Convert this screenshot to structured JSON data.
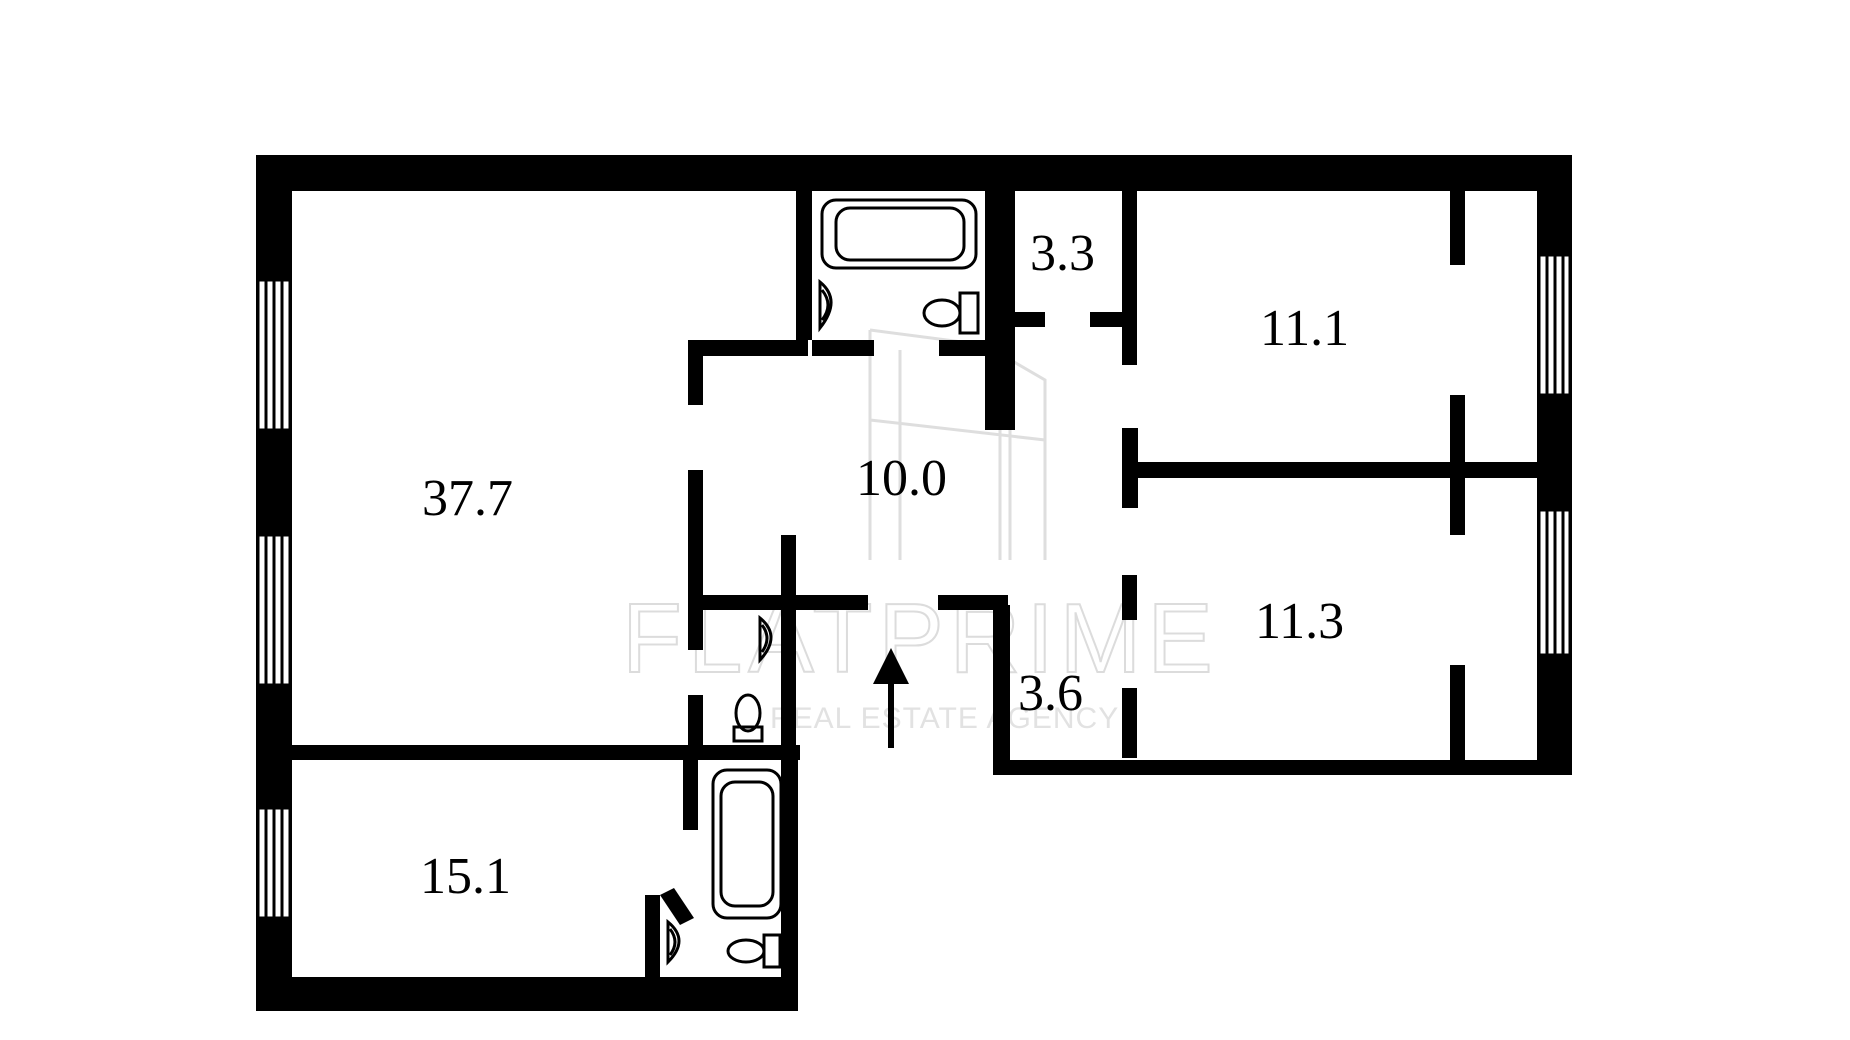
{
  "plan": {
    "rooms": [
      {
        "id": "living",
        "area": "37.7"
      },
      {
        "id": "hall",
        "area": "10.0"
      },
      {
        "id": "bedroom-top-right",
        "area": "11.1"
      },
      {
        "id": "bedroom-mid-right",
        "area": "11.3"
      },
      {
        "id": "bedroom-bottom-left",
        "area": "15.1"
      },
      {
        "id": "storage-small",
        "area": "3.3"
      },
      {
        "id": "storage-lower",
        "area": "3.6"
      }
    ],
    "entrance_direction": "up"
  },
  "watermark": {
    "brand": "FLATPRIME",
    "tagline": "REAL ESTATE AGENCY"
  },
  "colors": {
    "wall": "#000000",
    "background": "#ffffff",
    "watermark": "#dcdcdc"
  }
}
